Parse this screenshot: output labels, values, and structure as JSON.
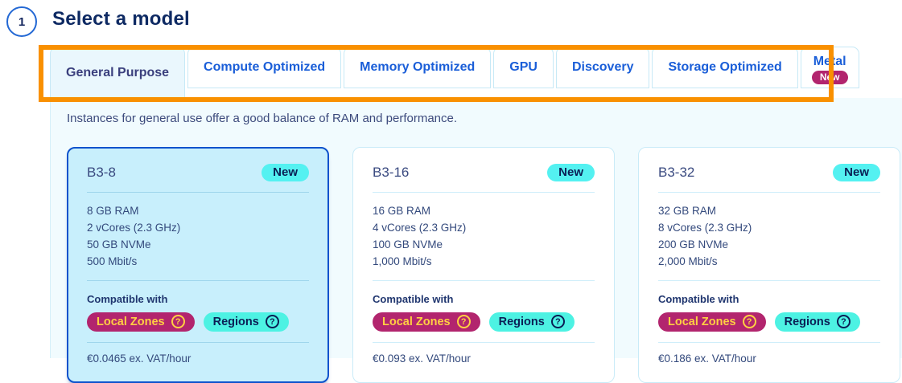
{
  "colors": {
    "highlight_orange": "#F99000",
    "selected_card_border_blue": "#0D52CC",
    "selected_card_bg": "#C8EFFC",
    "tab_link_blue": "#1A5ED8",
    "navy_text": "#0E2A63",
    "new_badge_cyan": "#54F1F1",
    "regions_badge_turquoise": "#4DF2E3",
    "local_zones_magenta": "#B2256E",
    "local_zones_text_yellow": "#FFD042"
  },
  "header": {
    "step_number": "1",
    "title": "Select a model"
  },
  "tabs": [
    {
      "label": "General Purpose"
    },
    {
      "label": "Compute Optimized"
    },
    {
      "label": "Memory Optimized"
    },
    {
      "label": "GPU"
    },
    {
      "label": "Discovery"
    },
    {
      "label": "Storage Optimized"
    },
    {
      "label": "Metal",
      "badge": "New"
    }
  ],
  "panel": {
    "description": "Instances for general use offer a good balance of RAM and performance."
  },
  "card_badge_new": "New",
  "compatibility": {
    "label": "Compatible with",
    "local_zones": "Local Zones",
    "regions": "Regions",
    "help_glyph": "?"
  },
  "cards": [
    {
      "name": "B3-8",
      "specs": [
        "8 GB RAM",
        "2 vCores (2.3 GHz)",
        "50 GB NVMe",
        "500 Mbit/s"
      ],
      "price": "€0.0465 ex. VAT/hour"
    },
    {
      "name": "B3-16",
      "specs": [
        "16 GB RAM",
        "4 vCores (2.3 GHz)",
        "100 GB NVMe",
        "1,000 Mbit/s"
      ],
      "price": "€0.093 ex. VAT/hour"
    },
    {
      "name": "B3-32",
      "specs": [
        "32 GB RAM",
        "8 vCores (2.3 GHz)",
        "200 GB NVMe",
        "2,000 Mbit/s"
      ],
      "price": "€0.186 ex. VAT/hour"
    }
  ]
}
